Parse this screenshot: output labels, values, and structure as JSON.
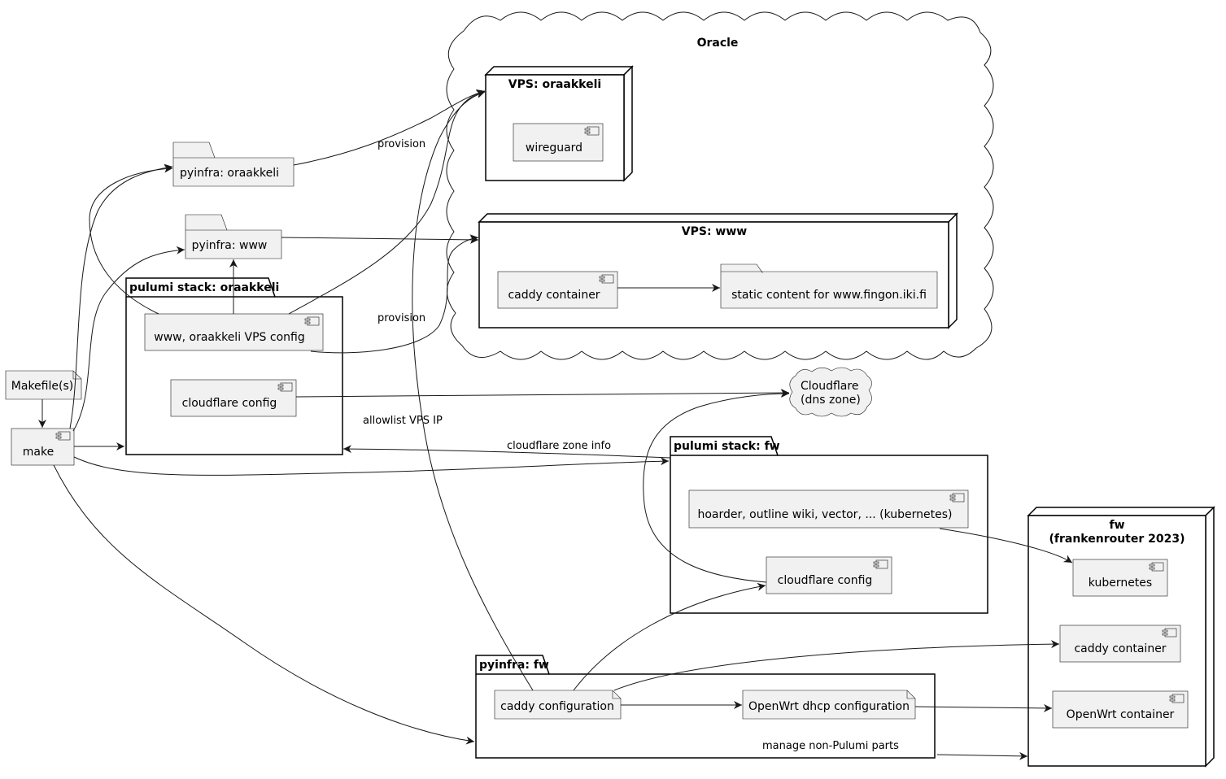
{
  "clouds": {
    "oracle": "Oracle",
    "cloudflare_line1": "Cloudflare",
    "cloudflare_line2": "(dns zone)"
  },
  "nodes": {
    "vps_oraakkeli": "VPS: oraakkeli",
    "vps_www": "VPS: www",
    "fw_line1": "fw",
    "fw_line2": "(frankenrouter 2023)"
  },
  "packages": {
    "pulumi_oraakkeli": "pulumi stack: oraakkeli",
    "pulumi_fw": "pulumi stack: fw",
    "pyinfra_fw": "pyinfra: fw"
  },
  "folders": {
    "pyinfra_oraakkeli": "pyinfra: oraakkeli",
    "pyinfra_www": "pyinfra: www",
    "static_content": "static content for www.fingon.iki.fi"
  },
  "components": {
    "wireguard": "wireguard",
    "caddy_container_www": "caddy container",
    "vps_config": "www, oraakkeli VPS config",
    "cloudflare_config_oraakkeli": "cloudflare config",
    "make": "make",
    "k8s_apps": "hoarder, outline wiki, vector, ... (kubernetes)",
    "cloudflare_config_fw": "cloudflare config",
    "kubernetes": "kubernetes",
    "caddy_container_fw": "caddy container",
    "openwrt_container": "OpenWrt container"
  },
  "artifacts": {
    "makefiles": "Makefile(s)",
    "caddy_configuration": "caddy configuration",
    "openwrt_dhcp": "OpenWrt dhcp configuration"
  },
  "edge_labels": {
    "provision_1": "provision",
    "provision_2": "provision",
    "allowlist": "allowlist VPS IP",
    "zone_info": "cloudflare zone info",
    "manage": "manage non-Pulumi parts"
  }
}
